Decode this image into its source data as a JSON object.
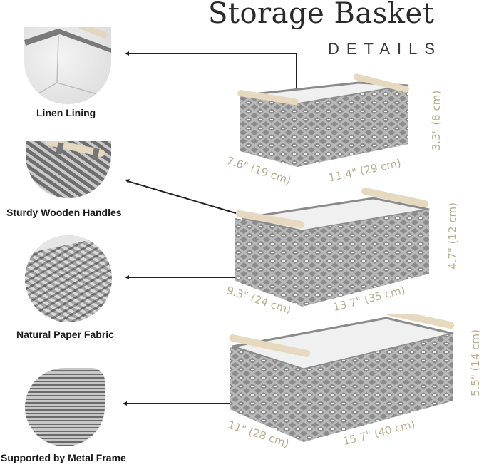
{
  "header": {
    "title": "Storage Basket",
    "subtitle": "DETAILS"
  },
  "features": [
    {
      "label": "Linen Lining",
      "icon": "linen-lining-closeup"
    },
    {
      "label": "Sturdy Wooden Handles",
      "icon": "wooden-handle-closeup"
    },
    {
      "label": "Natural Paper Fabric",
      "icon": "paper-weave-closeup"
    },
    {
      "label": "Supported by Metal Frame",
      "icon": "metal-frame-closeup"
    }
  ],
  "baskets": [
    {
      "size": "small",
      "depth": "7.6\" (19 cm)",
      "width": "11.4\" (29 cm)",
      "height": "3.3\" (8 cm)"
    },
    {
      "size": "medium",
      "depth": "9.3\" (24 cm)",
      "width": "13.7\" (35 cm)",
      "height": "4.7\" (12 cm)"
    },
    {
      "size": "large",
      "depth": "11\" (28 cm)",
      "width": "15.7\" (40 cm)",
      "height": "5.5\" (14 cm)"
    }
  ],
  "colors": {
    "dimension_text": "#b8ad8e",
    "basket_gray": "#8a8a8a",
    "handle_wood": "#e6d9c0",
    "lining": "#f2f2f2"
  }
}
